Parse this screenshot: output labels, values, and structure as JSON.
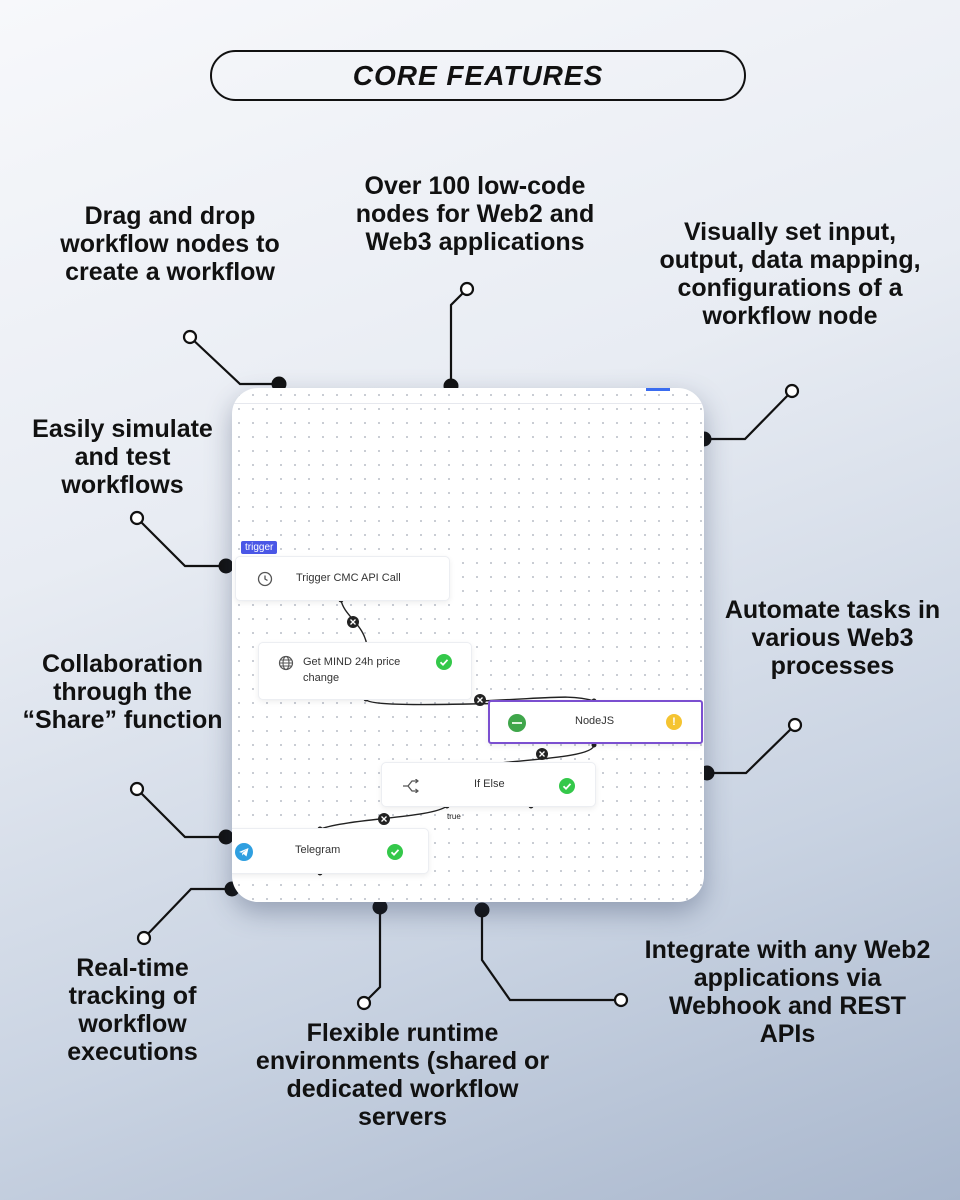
{
  "title": "CORE FEATURES",
  "features": {
    "drag_drop": "Drag and drop workflow nodes to create a workflow",
    "low_code": "Over 100 low-code nodes for Web2 and Web3 applications",
    "visual_set": "Visually set input, output, data mapping, configurations of a workflow node",
    "simulate": "Easily simulate and test workflows",
    "automate": "Automate tasks in various Web3 processes",
    "collaboration": "Collaboration through the “Share” function",
    "tracking": "Real-time tracking of workflow executions",
    "runtime": "Flexible runtime environments (shared or dedicated workflow servers",
    "integrate": "Integrate with any Web2 applications via Webhook and REST APIs"
  },
  "workflow": {
    "trigger_tag": "trigger",
    "nodes": {
      "trigger": "Trigger CMC API Call",
      "get_price": "Get MIND 24h price change",
      "nodejs": "NodeJS",
      "if_else": "If Else",
      "telegram": "Telegram"
    },
    "edge_label": "true",
    "icons": {
      "trigger": "clock-icon",
      "get_price": "globe-icon",
      "nodejs": "nodejs-icon",
      "if_else": "branch-icon",
      "telegram": "telegram-icon"
    }
  },
  "colors": {
    "accent": "#4a57e6",
    "selected_border": "#7b4fd0",
    "success": "#34c84a",
    "warning": "#f5c431"
  }
}
